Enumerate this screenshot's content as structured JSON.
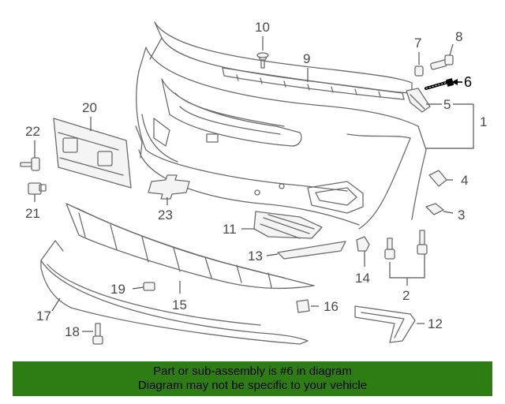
{
  "callouts": {
    "n1": "1",
    "n2": "2",
    "n3": "3",
    "n4": "4",
    "n5": "5",
    "n6": "6",
    "n7": "7",
    "n8": "8",
    "n9": "9",
    "n10": "10",
    "n11": "11",
    "n12": "12",
    "n13": "13",
    "n14": "14",
    "n15": "15",
    "n16": "16",
    "n17": "17",
    "n18": "18",
    "n19": "19",
    "n20": "20",
    "n21": "21",
    "n22": "22",
    "n23": "23"
  },
  "highlight_color": "#000000",
  "banner": {
    "line1": "Part or sub-assembly is #6 in diagram",
    "line2": "Diagram may not be specific to your vehicle",
    "background": "#2e7d14"
  }
}
